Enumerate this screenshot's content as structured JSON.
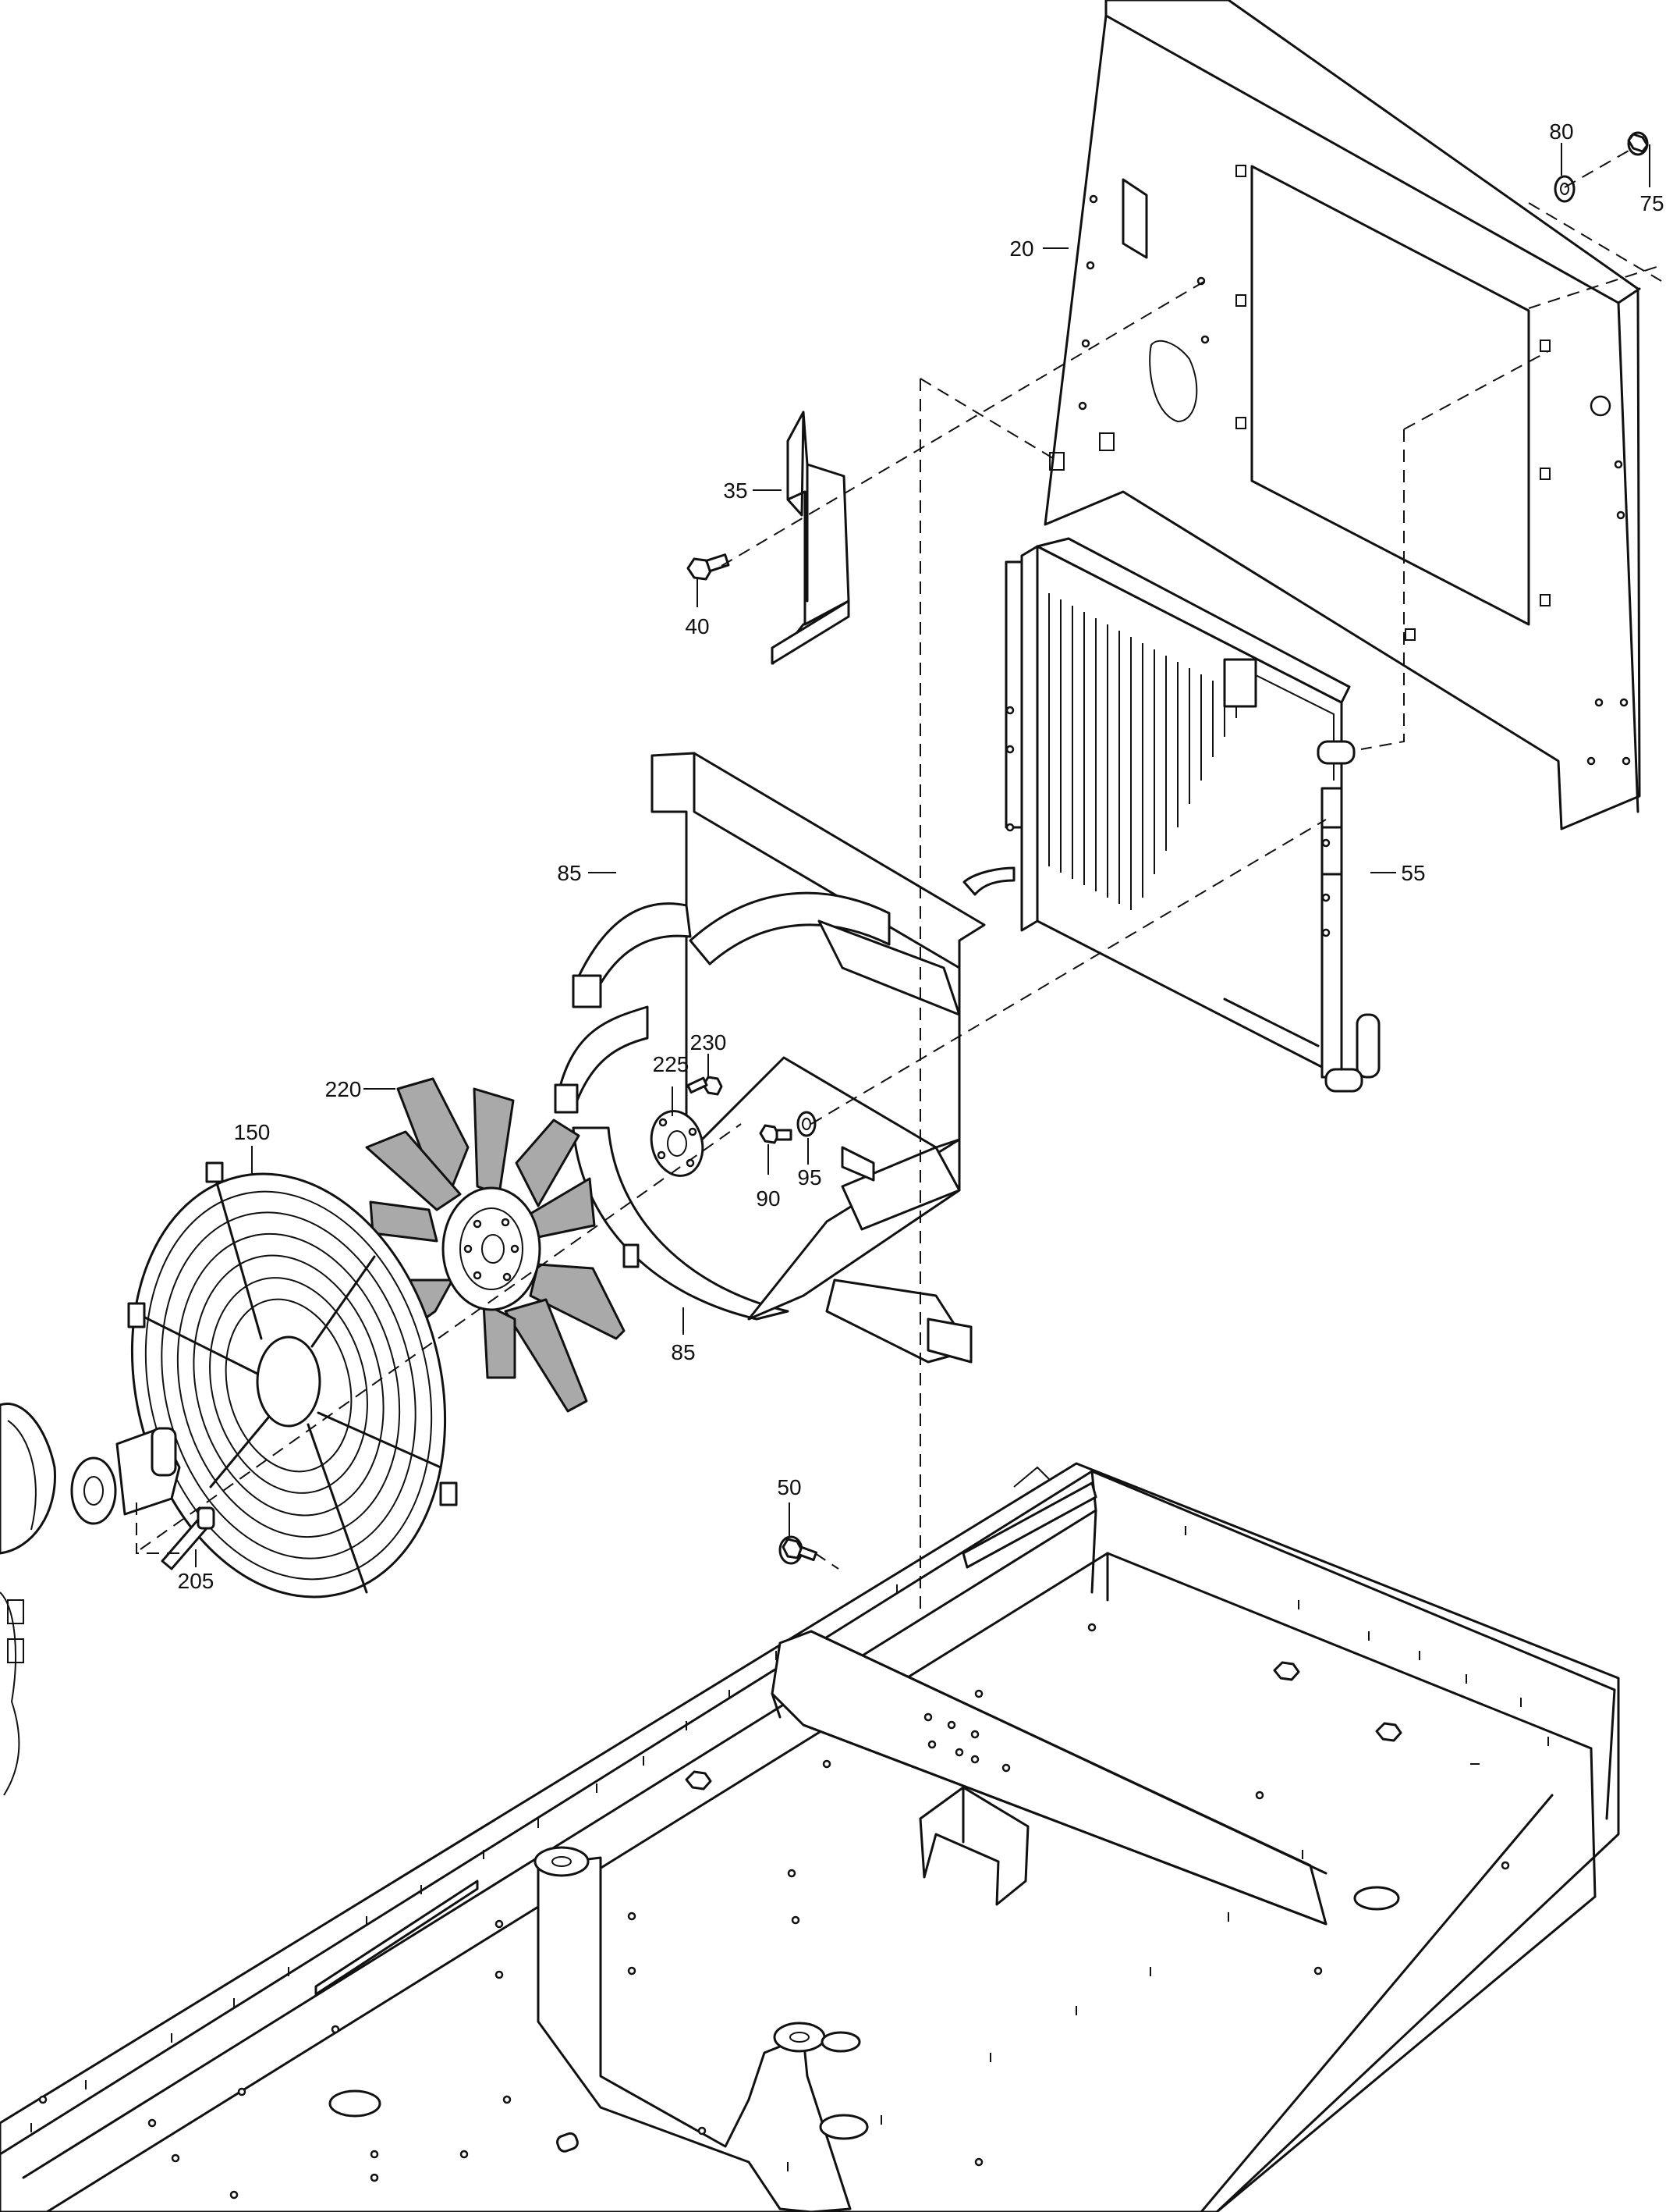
{
  "callouts": [
    {
      "id": "80",
      "text": "80"
    },
    {
      "id": "75",
      "text": "75"
    },
    {
      "id": "20",
      "text": "20"
    },
    {
      "id": "35",
      "text": "35"
    },
    {
      "id": "40",
      "text": "40"
    },
    {
      "id": "85a",
      "text": "85"
    },
    {
      "id": "55",
      "text": "55"
    },
    {
      "id": "230",
      "text": "230"
    },
    {
      "id": "225",
      "text": "225"
    },
    {
      "id": "220",
      "text": "220"
    },
    {
      "id": "150",
      "text": "150"
    },
    {
      "id": "90",
      "text": "90"
    },
    {
      "id": "95",
      "text": "95"
    },
    {
      "id": "85b",
      "text": "85"
    },
    {
      "id": "50",
      "text": "50"
    },
    {
      "id": "205",
      "text": "205"
    }
  ]
}
